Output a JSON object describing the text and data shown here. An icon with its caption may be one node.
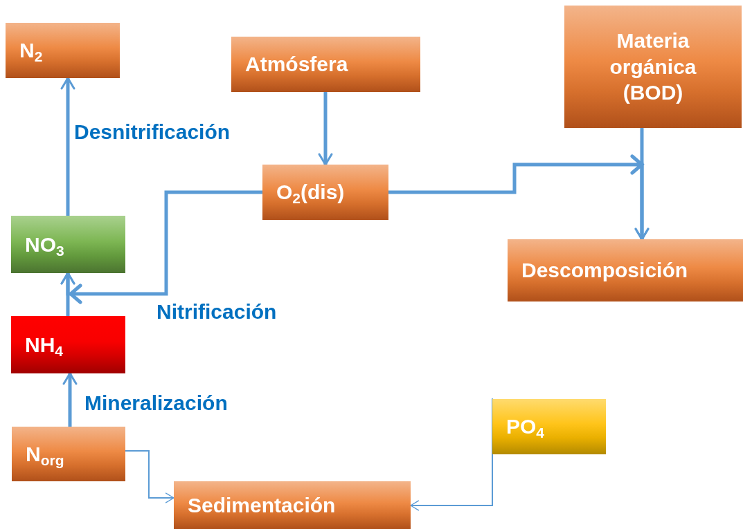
{
  "diagram": {
    "nodes": [
      {
        "text": [
          "N$_{2}$"
        ]
      },
      {
        "text": [
          "Atmósfera"
        ]
      },
      {
        "text": [
          "Materia orgánica (BOD)"
        ]
      },
      {
        "text": [
          "O$_{2}$(dis)"
        ]
      },
      {
        "text": [
          "NO$_{3}$"
        ]
      },
      {
        "text": [
          "Descomposición"
        ]
      },
      {
        "text": [
          "NH$_{4}$"
        ]
      },
      {
        "text": [
          "N$_{org}$"
        ]
      },
      {
        "text": [
          "PO$_{4}$"
        ]
      },
      {
        "text": [
          "Sedimentación"
        ]
      }
    ],
    "edges": [
      {
        "from": 4,
        "to": 0,
        "arrow": "to",
        "label": "Desnitrificación"
      },
      {
        "from": 1,
        "to": 3,
        "arrow": "to"
      },
      {
        "from": 3,
        "to": 5,
        "arrow": "to"
      },
      {
        "from": 2,
        "to": 5,
        "arrow": "to"
      },
      {
        "from": 3,
        "to": 4,
        "arrow": "to",
        "label": "Nitrificación"
      },
      {
        "from": 6,
        "to": 4,
        "arrow": "to"
      },
      {
        "from": 7,
        "to": 6,
        "arrow": "to",
        "label": "Mineralización"
      },
      {
        "from": 7,
        "to": 9,
        "arrow": "to"
      },
      {
        "from": 8,
        "to": 9,
        "arrow": "to"
      }
    ]
  }
}
